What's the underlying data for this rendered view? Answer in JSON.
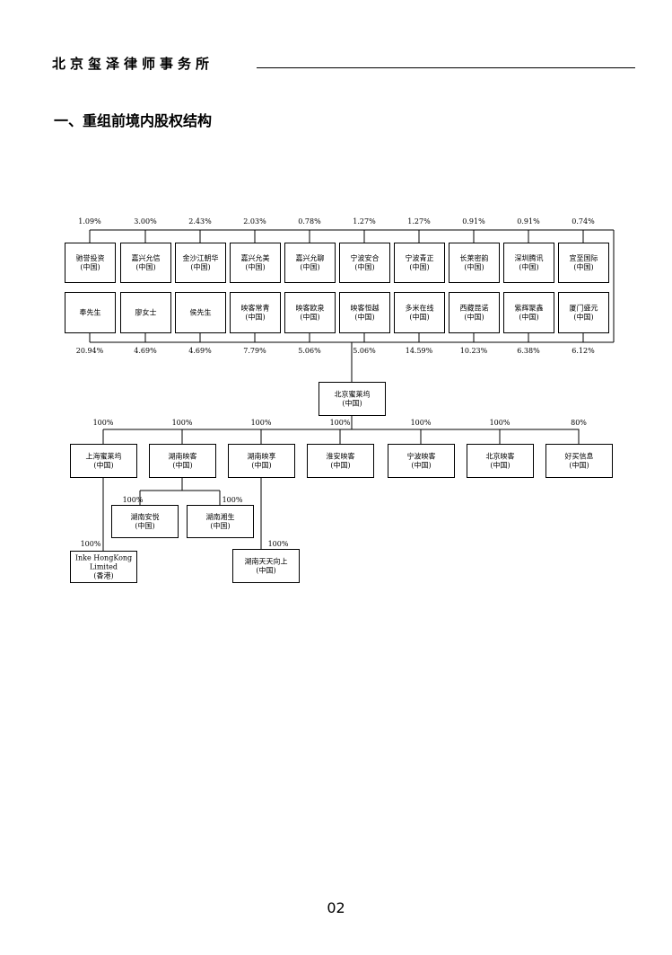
{
  "header": {
    "firm_name": "北京玺泽律师事务所"
  },
  "section_title": "一、重组前境内股权结构",
  "page_number": "02",
  "chart_data": {
    "type": "org-chart",
    "shareholders_row1": [
      {
        "name": "驰誉投资",
        "loc": "(中国)",
        "pct": "1.09%"
      },
      {
        "name": "嘉兴允信",
        "loc": "(中国)",
        "pct": "3.00%"
      },
      {
        "name": "金沙江朝华",
        "loc": "(中国)",
        "pct": "2.43%"
      },
      {
        "name": "嘉兴允美",
        "loc": "(中国)",
        "pct": "2.03%"
      },
      {
        "name": "嘉兴允聊",
        "loc": "(中国)",
        "pct": "0.78%"
      },
      {
        "name": "宁波安合",
        "loc": "(中国)",
        "pct": "1.27%"
      },
      {
        "name": "宁波青正",
        "loc": "(中国)",
        "pct": "1.27%"
      },
      {
        "name": "长莱密韵",
        "loc": "(中国)",
        "pct": "0.91%"
      },
      {
        "name": "深圳腾讯",
        "loc": "(中国)",
        "pct": "0.91%"
      },
      {
        "name": "宜至国际",
        "loc": "(中国)",
        "pct": "0.74%"
      }
    ],
    "shareholders_row2": [
      {
        "name": "奉先生",
        "loc": "",
        "pct": "20.94%"
      },
      {
        "name": "廖女士",
        "loc": "",
        "pct": "4.69%"
      },
      {
        "name": "侯先生",
        "loc": "",
        "pct": "4.69%"
      },
      {
        "name": "映客常青",
        "loc": "(中国)",
        "pct": "7.79%"
      },
      {
        "name": "映客欧泉",
        "loc": "(中国)",
        "pct": "5.06%"
      },
      {
        "name": "映客恒越",
        "loc": "(中国)",
        "pct": "5.06%"
      },
      {
        "name": "多米在线",
        "loc": "(中国)",
        "pct": "14.59%"
      },
      {
        "name": "西藏昆诺",
        "loc": "(中国)",
        "pct": "10.23%"
      },
      {
        "name": "紫辉聚鑫",
        "loc": "(中国)",
        "pct": "6.38%"
      },
      {
        "name": "厦门盛元",
        "loc": "(中国)",
        "pct": "6.12%"
      }
    ],
    "company": {
      "name": "北京蜜莱坞",
      "loc": "(中国)"
    },
    "subsidiaries": [
      {
        "name": "上海蜜莱坞",
        "loc": "(中国)",
        "pct": "100%"
      },
      {
        "name": "湖南映客",
        "loc": "(中国)",
        "pct": "100%"
      },
      {
        "name": "湖南映享",
        "loc": "(中国)",
        "pct": "100%"
      },
      {
        "name": "淮安映客",
        "loc": "(中国)",
        "pct": "100%"
      },
      {
        "name": "宁波映客",
        "loc": "(中国)",
        "pct": "100%"
      },
      {
        "name": "北京映客",
        "loc": "(中国)",
        "pct": "100%"
      },
      {
        "name": "好买信息",
        "loc": "(中国)",
        "pct": "80%"
      }
    ],
    "hunan_subs": [
      {
        "name": "湖南安悦",
        "loc": "(中国)",
        "pct": "100%"
      },
      {
        "name": "湖南湘生",
        "loc": "(中国)",
        "pct": "100%"
      }
    ],
    "inke_hk": {
      "line1": "Inke HongKong",
      "line2": "Limited",
      "loc": "(香港)",
      "pct": "100%"
    },
    "tiantian": {
      "name": "湖南天天向上",
      "loc": "(中国)",
      "pct": "100%"
    }
  }
}
